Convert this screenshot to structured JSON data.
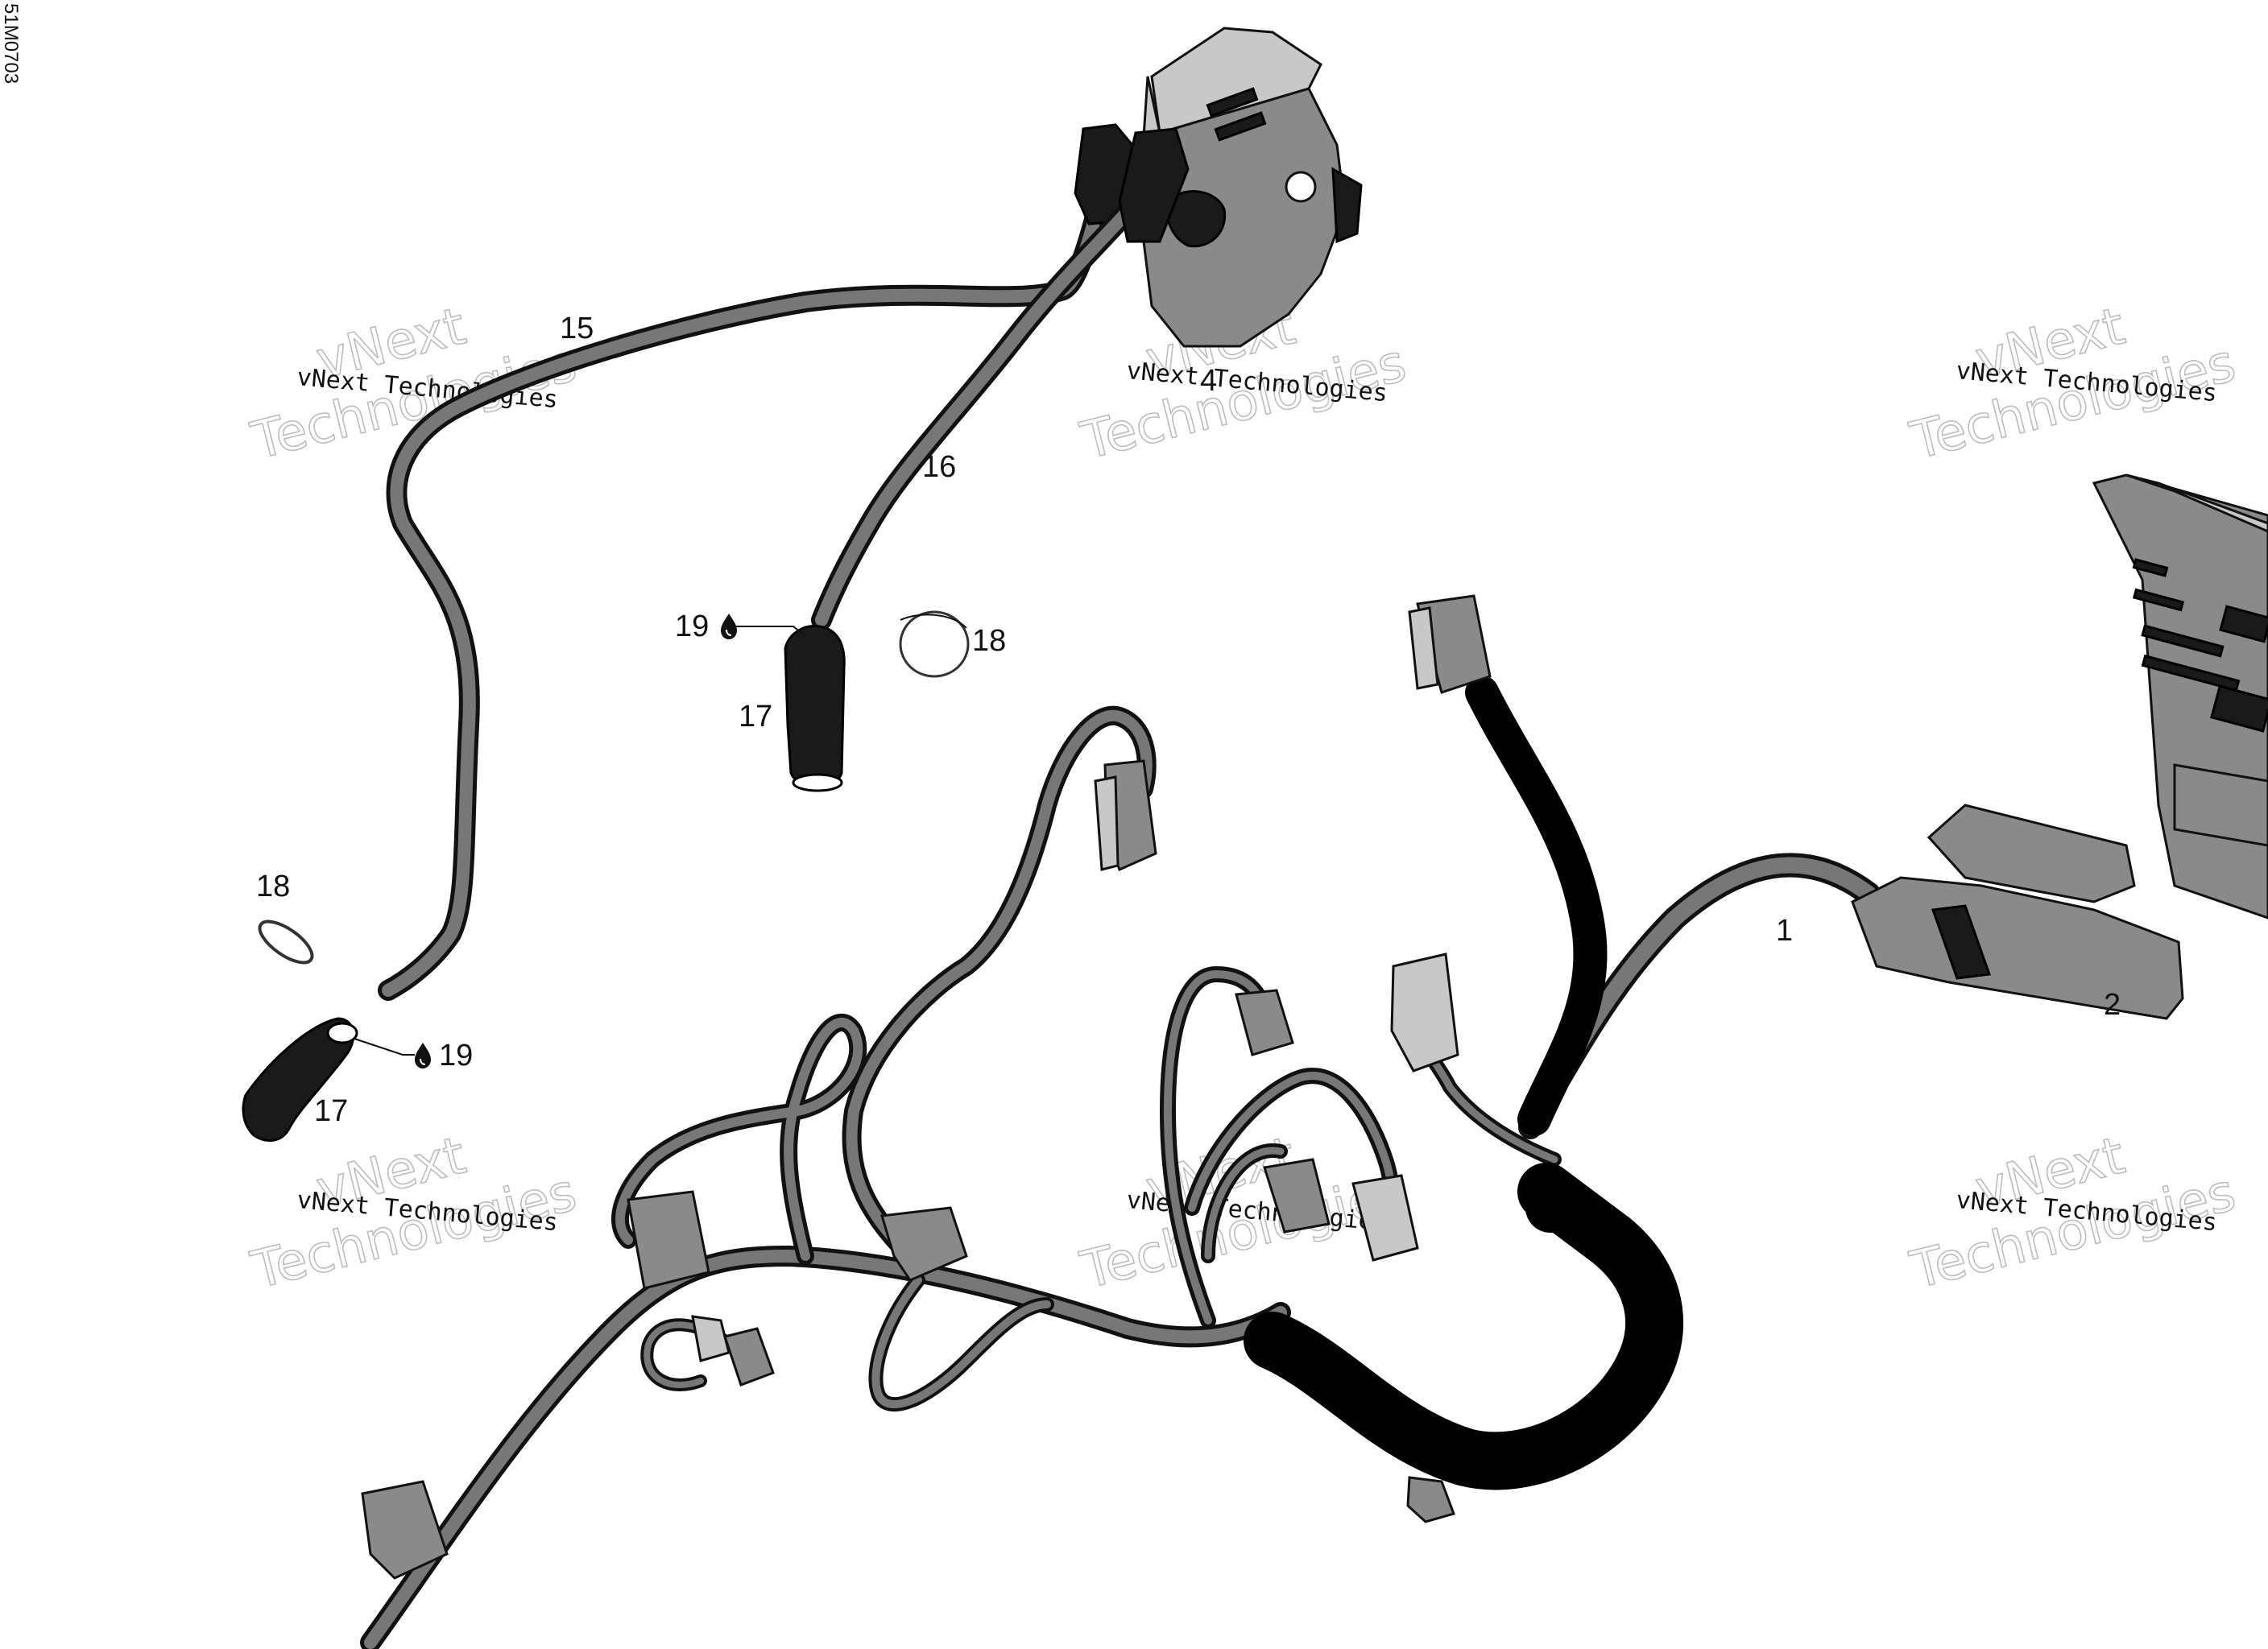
{
  "doc_id": "51M0703",
  "watermark": {
    "small_text": "vNext Technologies",
    "big_text_line1": "vNext",
    "big_text_line2": "Technologies"
  },
  "callouts": {
    "c1": "1",
    "c2": "2",
    "c4": "4",
    "c15": "15",
    "c16": "16",
    "c17a": "17",
    "c17b": "17",
    "c18a": "18",
    "c18b": "18",
    "c19a": "19",
    "c19b": "19"
  },
  "icons": {
    "sealant_drop": "drop-icon"
  }
}
